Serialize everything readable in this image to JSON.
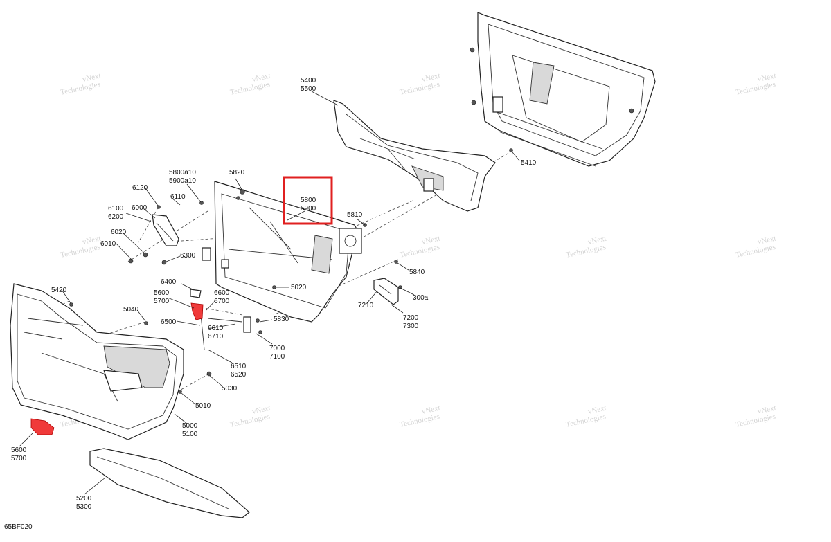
{
  "diagram": {
    "code": "65BF020",
    "watermark": "vNext Technologies",
    "highlight_color": "#e02020",
    "highlighted_part": "5800/5900",
    "labels": {
      "l5400": [
        "5400",
        "5500"
      ],
      "l5410": [
        "5410"
      ],
      "l5820": [
        "5820"
      ],
      "l5800a10": [
        "5800a10",
        "5900a10"
      ],
      "l6120": [
        "6120"
      ],
      "l6110": [
        "6110"
      ],
      "l6100": [
        "6100",
        "6200"
      ],
      "l6000": [
        "6000"
      ],
      "l6020": [
        "6020"
      ],
      "l6010": [
        "6010"
      ],
      "l6300": [
        "6300"
      ],
      "l5800": [
        "5800",
        "5900"
      ],
      "l5810": [
        "5810"
      ],
      "l5840": [
        "5840"
      ],
      "l300a": [
        "300a"
      ],
      "l7210": [
        "7210"
      ],
      "l7200": [
        "7200",
        "7300"
      ],
      "l5420": [
        "5420"
      ],
      "l6400": [
        "6400"
      ],
      "l5600a": [
        "5600",
        "5700"
      ],
      "l6600": [
        "6600",
        "6700"
      ],
      "l5020": [
        "5020"
      ],
      "l5040": [
        "5040"
      ],
      "l6500": [
        "6500"
      ],
      "l6610": [
        "6610",
        "6710"
      ],
      "l5830": [
        "5830"
      ],
      "l7000": [
        "7000",
        "7100"
      ],
      "l6510": [
        "6510",
        "6520"
      ],
      "l5030": [
        "5030"
      ],
      "l5010": [
        "5010"
      ],
      "l5000": [
        "5000",
        "5100"
      ],
      "l5600b": [
        "5600",
        "5700"
      ],
      "l5200": [
        "5200",
        "5300"
      ]
    }
  }
}
